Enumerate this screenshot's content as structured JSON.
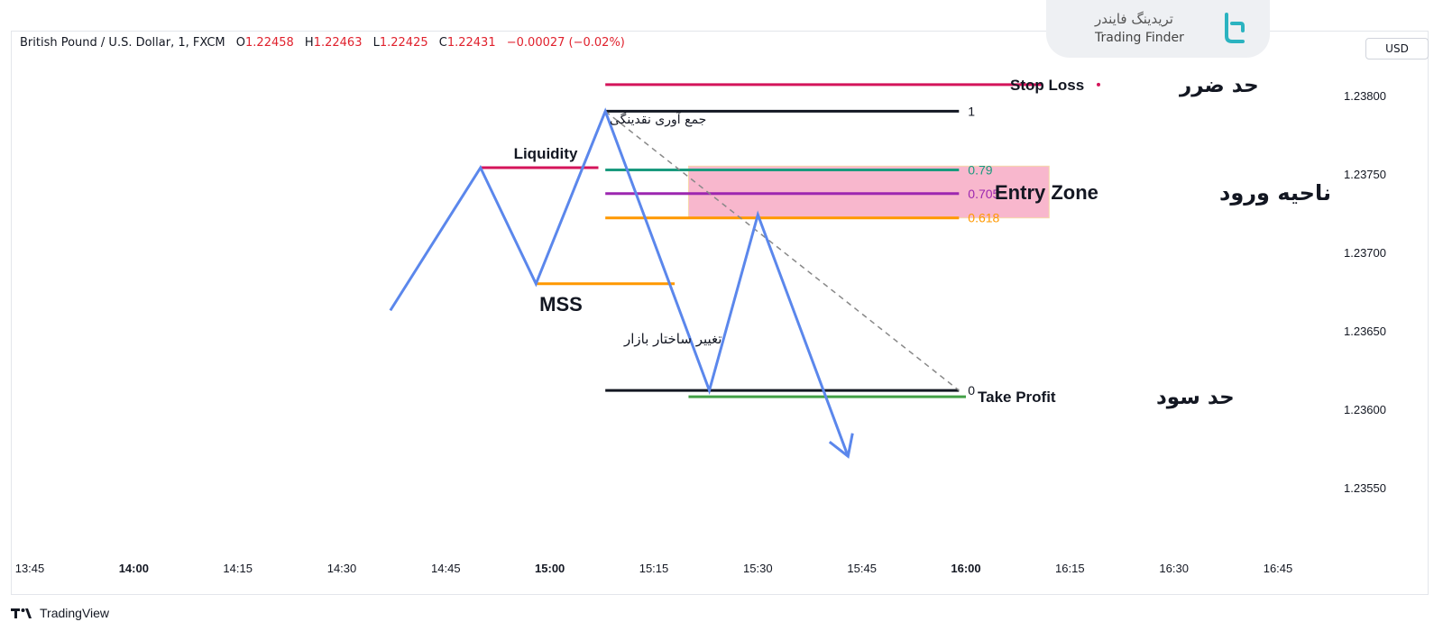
{
  "header": {
    "symbol": "British Pound / U.S. Dollar, 1, FXCM",
    "open_label": "O",
    "open": "1.22458",
    "high_label": "H",
    "high": "1.22463",
    "low_label": "L",
    "low": "1.22425",
    "close_label": "C",
    "close": "1.22431",
    "change": "−0.00027 (−0.02%)"
  },
  "currency_button": "USD",
  "brand": {
    "name_fa": "تریدینگ فایندر",
    "name_en": "Trading Finder"
  },
  "footer_logo": "TradingView",
  "colors": {
    "arrow": "#5b87ec",
    "stop_loss": "#d4145a",
    "liquidity": "#d4145a",
    "fib_079": "#1a9a7e",
    "fib_0705": "#9c27b0",
    "fib_0618": "#ff9800",
    "entry_zone": "#f8b7cd",
    "mss": "#ff9800",
    "take_profit": "#43a047",
    "fib_line": "#131722"
  },
  "chart_data": {
    "type": "line",
    "title": "",
    "y_axis": {
      "ticks": [
        "1.23800",
        "1.23750",
        "1.23700",
        "1.23650",
        "1.23600",
        "1.23550"
      ],
      "ylim": [
        1.2351,
        1.2384
      ]
    },
    "x_axis": {
      "ticks": [
        "13:45",
        "14:00",
        "14:15",
        "14:30",
        "14:45",
        "15:00",
        "15:15",
        "15:30",
        "15:45",
        "16:00",
        "16:15",
        "16:30",
        "16:45"
      ],
      "bold_ticks": [
        "14:00",
        "15:00",
        "16:00"
      ]
    },
    "price_path": [
      {
        "t": "14:37",
        "y": 1.23663
      },
      {
        "t": "14:50",
        "y": 1.23754
      },
      {
        "t": "14:58",
        "y": 1.2368
      },
      {
        "t": "15:08",
        "y": 1.2379
      },
      {
        "t": "15:23",
        "y": 1.23612
      },
      {
        "t": "15:30",
        "y": 1.23724
      },
      {
        "t": "15:43",
        "y": 1.2357
      }
    ],
    "arrow_end": {
      "t": "15:44",
      "y": 1.2357
    },
    "levels": [
      {
        "key": "stop_loss",
        "y": 1.23807,
        "t_start": "15:08",
        "t_end": "16:11",
        "label_en": "Stop Loss",
        "label_fa": "حد ضرر"
      },
      {
        "key": "liquidity",
        "y": 1.23754,
        "t_start": "14:50",
        "t_end": "15:07",
        "label_en": "Liquidity",
        "label_fa": "جمع آوری نقدینگی"
      },
      {
        "key": "mss",
        "y": 1.2368,
        "t_start": "14:58",
        "t_end": "15:18",
        "label_en": "MSS",
        "label_fa": "تغییر ساختار بازار"
      },
      {
        "key": "take_profit",
        "y": 1.23608,
        "t_start": "15:20",
        "t_end": "16:00",
        "label_en": "Take Profit",
        "label_fa": "حد سود"
      }
    ],
    "fibonacci": {
      "t_start": "15:08",
      "t_end": "15:59",
      "high": 1.2379,
      "low": 1.23612,
      "levels": [
        {
          "ratio": 1,
          "label": "1"
        },
        {
          "ratio": 0.79,
          "label": "0.79"
        },
        {
          "ratio": 0.705,
          "label": "0.705"
        },
        {
          "ratio": 0.618,
          "label": "0.618"
        },
        {
          "ratio": 0,
          "label": "0"
        }
      ]
    },
    "entry_zone": {
      "t_start": "15:20",
      "t_end": "16:12",
      "y_top": 1.23755,
      "y_bottom": 1.23722,
      "label_en": "Entry Zone",
      "label_fa": "ناحیه ورود"
    }
  }
}
